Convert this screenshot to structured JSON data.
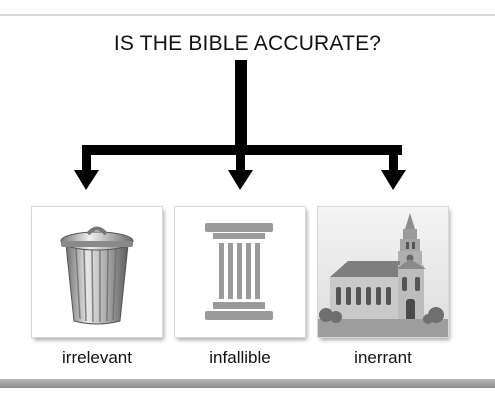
{
  "title": "IS THE BIBLE ACCURATE?",
  "options": [
    {
      "label": "irrelevant",
      "icon": "trash-can-icon"
    },
    {
      "label": "infallible",
      "icon": "column-pillar-icon"
    },
    {
      "label": "inerrant",
      "icon": "church-building-icon"
    }
  ],
  "colors": {
    "connector": "#000000",
    "bottom_rule": "#9a9a9a"
  }
}
